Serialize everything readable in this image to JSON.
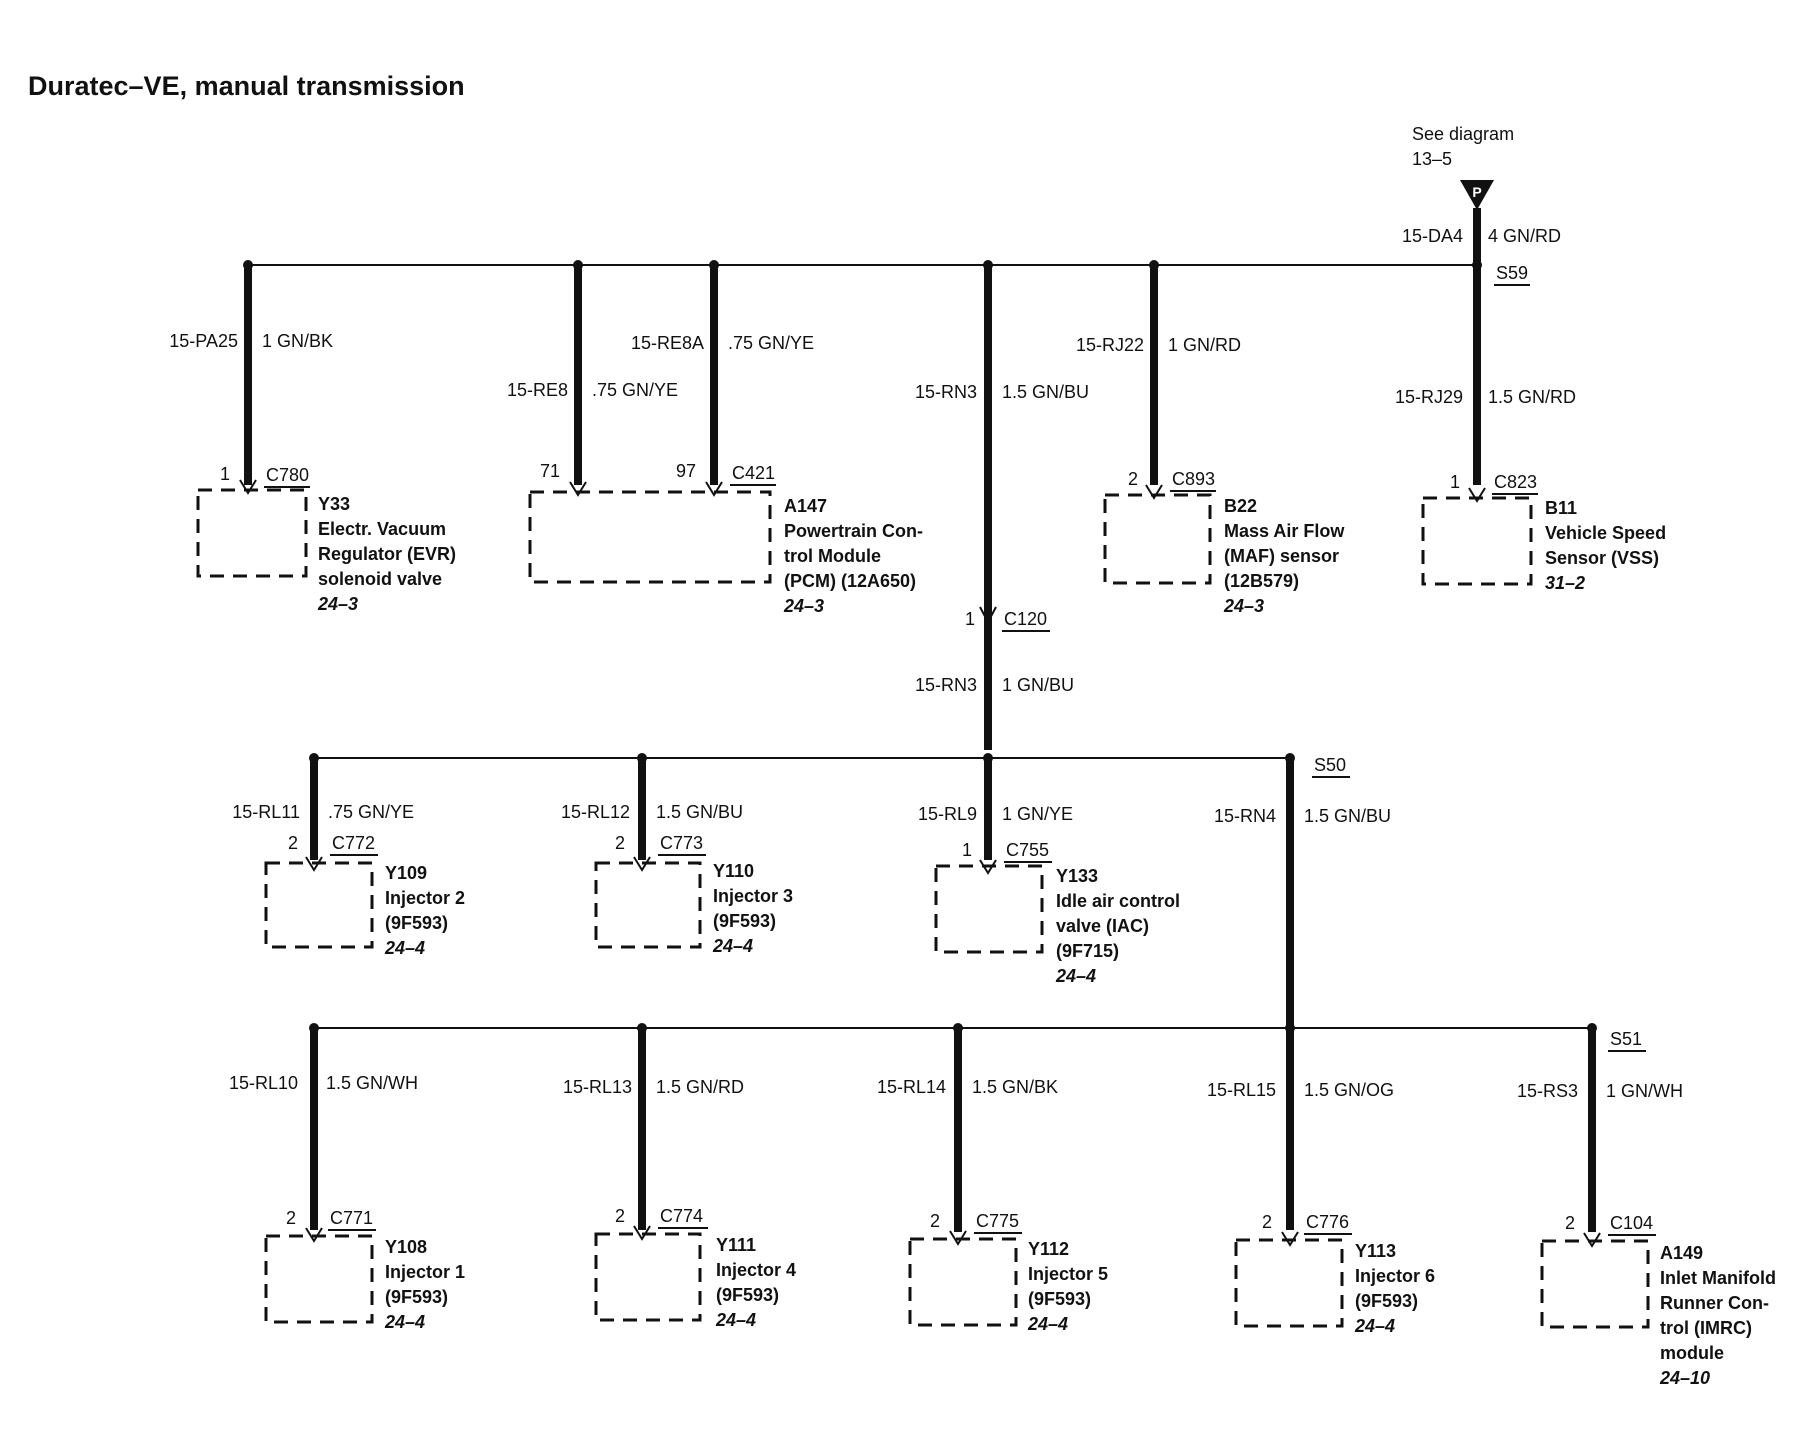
{
  "title": "Duratec–VE, manual transmission",
  "see_diagram": {
    "line1": "See diagram",
    "line2": "13–5",
    "connector_letter": "P"
  },
  "splices": {
    "s59": "S59",
    "s50": "S50",
    "s51": "S51"
  },
  "feed_wires": [
    {
      "circuit": "15-DA4",
      "spec": "4 GN/RD"
    },
    {
      "circuit": "15-RN3",
      "spec": "1 GN/BU"
    }
  ],
  "inline_connector": {
    "pin": "1",
    "id": "C120"
  },
  "components": [
    {
      "circuit": "15-PA25",
      "wire": "1 GN/BK",
      "pin": "1",
      "connector": "C780",
      "lines": [
        "Y33",
        "Electr. Vacuum",
        "Regulator (EVR)",
        "solenoid valve"
      ],
      "ref": "24–3"
    },
    {
      "circuit": "15-RE8",
      "wire": ".75 GN/YE",
      "pin": "71",
      "connector": "",
      "lines": [],
      "ref": ""
    },
    {
      "circuit": "15-RE8A",
      "wire": ".75 GN/YE",
      "pin": "97",
      "connector": "C421",
      "lines": [
        "A147",
        "Powertrain Con-",
        "trol Module",
        "(PCM) (12A650)"
      ],
      "ref": "24–3"
    },
    {
      "circuit": "15-RN3",
      "wire": "1.5 GN/BU",
      "pin": "",
      "connector": "",
      "lines": [],
      "ref": ""
    },
    {
      "circuit": "15-RJ22",
      "wire": "1 GN/RD",
      "pin": "2",
      "connector": "C893",
      "lines": [
        "B22",
        "Mass Air Flow",
        "(MAF) sensor",
        "(12B579)"
      ],
      "ref": "24–3"
    },
    {
      "circuit": "15-RJ29",
      "wire": "1.5 GN/RD",
      "pin": "1",
      "connector": "C823",
      "lines": [
        "B11",
        "Vehicle Speed",
        "Sensor (VSS)"
      ],
      "ref": "31–2"
    },
    {
      "circuit": "15-RL11",
      "wire": ".75 GN/YE",
      "pin": "2",
      "connector": "C772",
      "lines": [
        "Y109",
        "Injector 2",
        "(9F593)"
      ],
      "ref": "24–4"
    },
    {
      "circuit": "15-RL12",
      "wire": "1.5 GN/BU",
      "pin": "2",
      "connector": "C773",
      "lines": [
        "Y110",
        "Injector 3",
        "(9F593)"
      ],
      "ref": "24–4"
    },
    {
      "circuit": "15-RL9",
      "wire": "1 GN/YE",
      "pin": "1",
      "connector": "C755",
      "lines": [
        "Y133",
        "Idle air control",
        "valve (IAC)",
        "(9F715)"
      ],
      "ref": "24–4"
    },
    {
      "circuit": "15-RN4",
      "wire": "1.5 GN/BU",
      "pin": "",
      "connector": "",
      "lines": [],
      "ref": ""
    },
    {
      "circuit": "15-RL10",
      "wire": "1.5 GN/WH",
      "pin": "2",
      "connector": "C771",
      "lines": [
        "Y108",
        "Injector 1",
        "(9F593)"
      ],
      "ref": "24–4"
    },
    {
      "circuit": "15-RL13",
      "wire": "1.5 GN/RD",
      "pin": "2",
      "connector": "C774",
      "lines": [
        "Y111",
        "Injector 4",
        "(9F593)"
      ],
      "ref": "24–4"
    },
    {
      "circuit": "15-RL14",
      "wire": "1.5 GN/BK",
      "pin": "2",
      "connector": "C775",
      "lines": [
        "Y112",
        "Injector 5",
        "(9F593)"
      ],
      "ref": "24–4"
    },
    {
      "circuit": "15-RL15",
      "wire": "1.5 GN/OG",
      "pin": "2",
      "connector": "C776",
      "lines": [
        "Y113",
        "Injector 6",
        "(9F593)"
      ],
      "ref": "24–4"
    },
    {
      "circuit": "15-RS3",
      "wire": "1 GN/WH",
      "pin": "2",
      "connector": "C104",
      "lines": [
        "A149",
        "Inlet Manifold",
        "Runner Con-",
        "trol (IMRC)",
        "module"
      ],
      "ref": "24–10"
    }
  ]
}
